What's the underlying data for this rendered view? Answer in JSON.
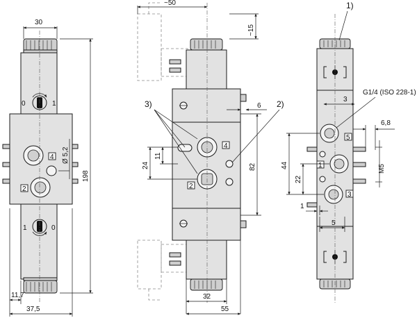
{
  "left_view": {
    "dim_width_top": "30",
    "dim_height": "198",
    "dim_hole": "Ø 5,2",
    "dim_offset_bottom": "11,7",
    "dim_width_bottom": "37,5",
    "switch_top_off": "0",
    "switch_top_on": "1",
    "switch_bottom_on": "1",
    "switch_bottom_off": "0",
    "port_box_4": "4",
    "port_box_2": "2"
  },
  "middle_view": {
    "dim_top_width": "~50",
    "dim_top_height": "~15",
    "dim_right_offset": "6",
    "dim_height_82": "82",
    "dim_left_24": "24",
    "dim_left_11": "11",
    "dim_bottom_32": "32",
    "dim_bottom_55": "55",
    "callout_3": "3)",
    "callout_2": "2)",
    "port_box_4": "4",
    "port_box_2": "2"
  },
  "right_view": {
    "callout_1": "1)",
    "thread_label": "G1/4 (ISO 228-1)",
    "dim_3": "3",
    "dim_6_8": "6,8",
    "dim_44": "44",
    "dim_22": "22",
    "dim_m5": "M5",
    "dim_1": "1",
    "dim_5": "5",
    "port_box_5": "5",
    "port_box_1": "1",
    "port_box_3": "3"
  }
}
